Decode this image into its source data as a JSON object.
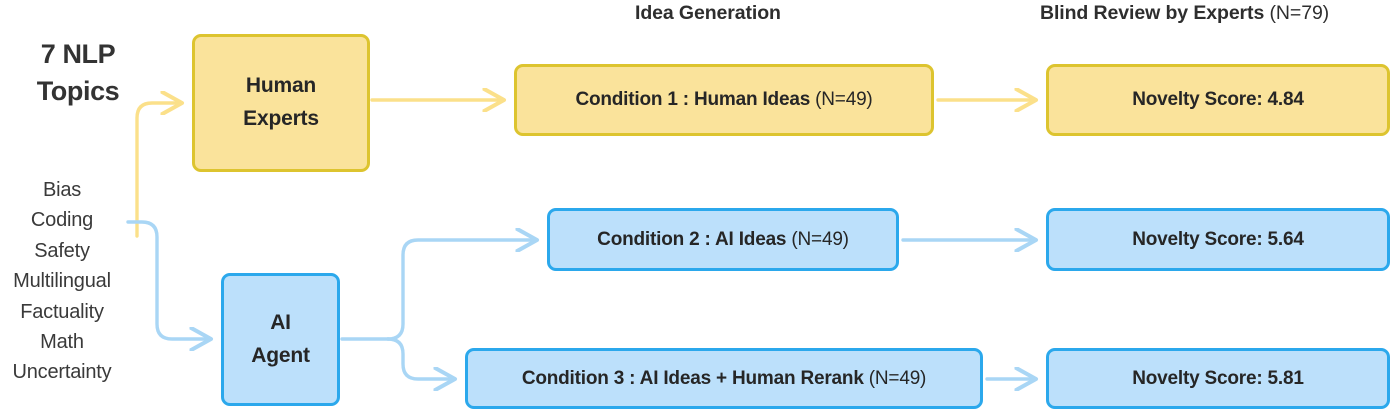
{
  "headers": {
    "idea_generation": "Idea Generation",
    "blind_review_main": "Blind Review by Experts",
    "blind_review_n": "(N=79)"
  },
  "left_panel": {
    "title_line1": "7 NLP",
    "title_line2": "Topics",
    "topics": [
      "Bias",
      "Coding",
      "Safety",
      "Multilingual",
      "Factuality",
      "Math",
      "Uncertainty"
    ]
  },
  "actors": {
    "human": {
      "line1": "Human",
      "line2": "Experts"
    },
    "agent": {
      "line1": "AI",
      "line2": "Agent"
    }
  },
  "conditions": [
    {
      "label": "Condition 1 : Human Ideas",
      "n": "(N=49)"
    },
    {
      "label": "Condition 2 : AI Ideas",
      "n": "(N=49)"
    },
    {
      "label": "Condition 3 : AI Ideas + Human Rerank",
      "n": "(N=49)"
    }
  ],
  "scores": [
    {
      "label": "Novelty Score: 4.84"
    },
    {
      "label": "Novelty Score: 5.64"
    },
    {
      "label": "Novelty Score: 5.81"
    }
  ],
  "colors": {
    "yellow_fill": "#FAE39B",
    "yellow_border": "#DDC42F",
    "yellow_arrow": "#FBE08A",
    "blue_fill": "#BCE0FB",
    "blue_border": "#2BA8EC",
    "blue_arrow": "#A9D6F5",
    "text": "#2E2E2E",
    "background": "#FFFFFF"
  }
}
